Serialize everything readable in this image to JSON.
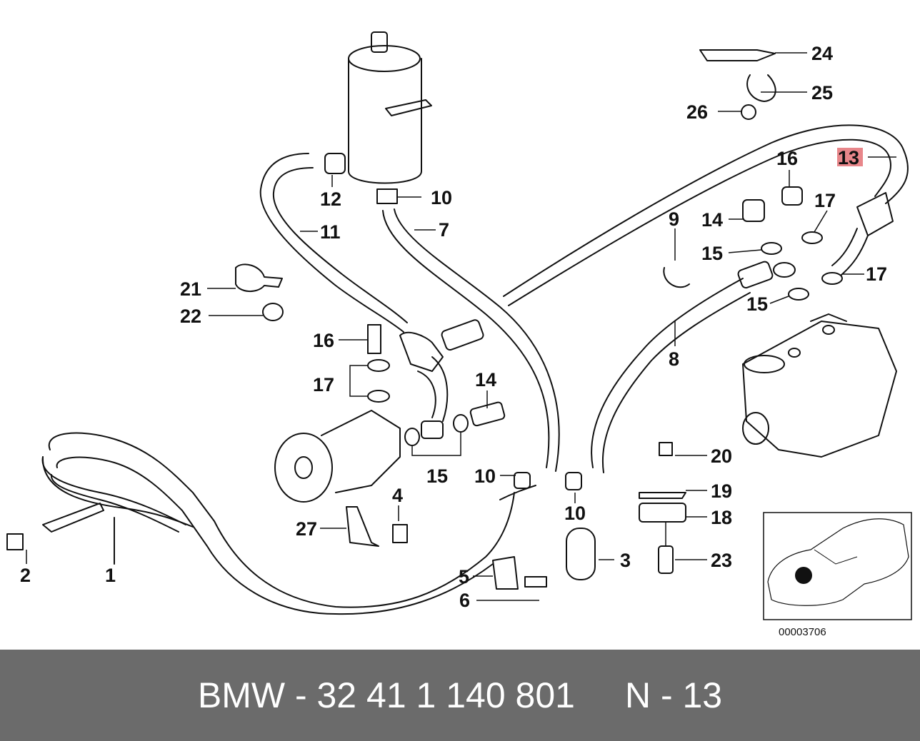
{
  "diagram": {
    "callouts": [
      {
        "id": "c1",
        "text": "1"
      },
      {
        "id": "c2",
        "text": "2"
      },
      {
        "id": "c3",
        "text": "3"
      },
      {
        "id": "c4",
        "text": "4"
      },
      {
        "id": "c5",
        "text": "5"
      },
      {
        "id": "c6",
        "text": "6"
      },
      {
        "id": "c7",
        "text": "7"
      },
      {
        "id": "c8",
        "text": "8"
      },
      {
        "id": "c9",
        "text": "9"
      },
      {
        "id": "c10a",
        "text": "10"
      },
      {
        "id": "c10b",
        "text": "10"
      },
      {
        "id": "c10c",
        "text": "10"
      },
      {
        "id": "c11",
        "text": "11"
      },
      {
        "id": "c12",
        "text": "12"
      },
      {
        "id": "c13",
        "text": "13",
        "highlight": true
      },
      {
        "id": "c14a",
        "text": "14"
      },
      {
        "id": "c14b",
        "text": "14"
      },
      {
        "id": "c15a",
        "text": "15"
      },
      {
        "id": "c15b",
        "text": "15"
      },
      {
        "id": "c15c",
        "text": "15"
      },
      {
        "id": "c16a",
        "text": "16"
      },
      {
        "id": "c16b",
        "text": "16"
      },
      {
        "id": "c17a",
        "text": "17"
      },
      {
        "id": "c17b",
        "text": "17"
      },
      {
        "id": "c17c",
        "text": "17"
      },
      {
        "id": "c18",
        "text": "18"
      },
      {
        "id": "c19",
        "text": "19"
      },
      {
        "id": "c20",
        "text": "20"
      },
      {
        "id": "c21",
        "text": "21"
      },
      {
        "id": "c22",
        "text": "22"
      },
      {
        "id": "c23",
        "text": "23"
      },
      {
        "id": "c24",
        "text": "24"
      },
      {
        "id": "c25",
        "text": "25"
      },
      {
        "id": "c26",
        "text": "26"
      },
      {
        "id": "c27",
        "text": "27"
      }
    ],
    "diagram_number": "00003706",
    "highlight_color": "#e8868a"
  },
  "footer": {
    "part_number": "BMW - 32 41 1 140 801",
    "position_label": "N - 13",
    "background": "#6b6b6b"
  }
}
